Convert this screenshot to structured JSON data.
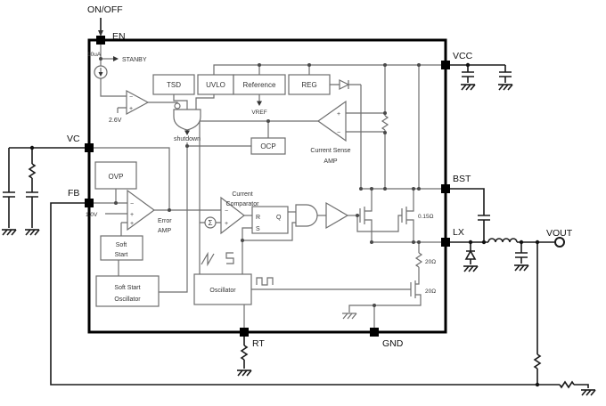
{
  "colors": {
    "background": "#ffffff",
    "ink": "#1a1a1a",
    "internal_line": "#6e6e6e"
  },
  "pins": {
    "en": "EN",
    "vcc": "VCC",
    "bst": "BST",
    "lx": "LX",
    "vc": "VC",
    "fb": "FB",
    "rt": "RT",
    "gnd": "GND"
  },
  "io": {
    "on_off": "ON/OFF",
    "vout": "VOUT"
  },
  "blocks": {
    "tsd": "TSD",
    "uvlo": "UVLO",
    "reference": "Reference",
    "reg": "REG",
    "ocp": "OCP",
    "ovp": "OVP",
    "oscillator": "Oscillator",
    "soft_start": [
      "Soft",
      "Start"
    ],
    "soft_start_osc": [
      "Soft Start",
      "Oscillator"
    ]
  },
  "amps": {
    "error": [
      "Error",
      "AMP"
    ],
    "current_sense": [
      "Current Sense",
      "AMP"
    ],
    "current_comparator": [
      "Current",
      "Comparator"
    ]
  },
  "latch": {
    "r": "R",
    "s": "S",
    "q": "Q"
  },
  "labels": {
    "current_source": "10uA",
    "standby": "STANBY",
    "comp_ref": "2.6V",
    "vref": "VREF",
    "shutdown": "shutdown",
    "error_ref": "1.0V",
    "sigma": "Σ",
    "high_side_ron": "0.15Ω",
    "res_20": "20Ω",
    "fet_20": "20Ω",
    "plus": "+",
    "minus": "−"
  }
}
